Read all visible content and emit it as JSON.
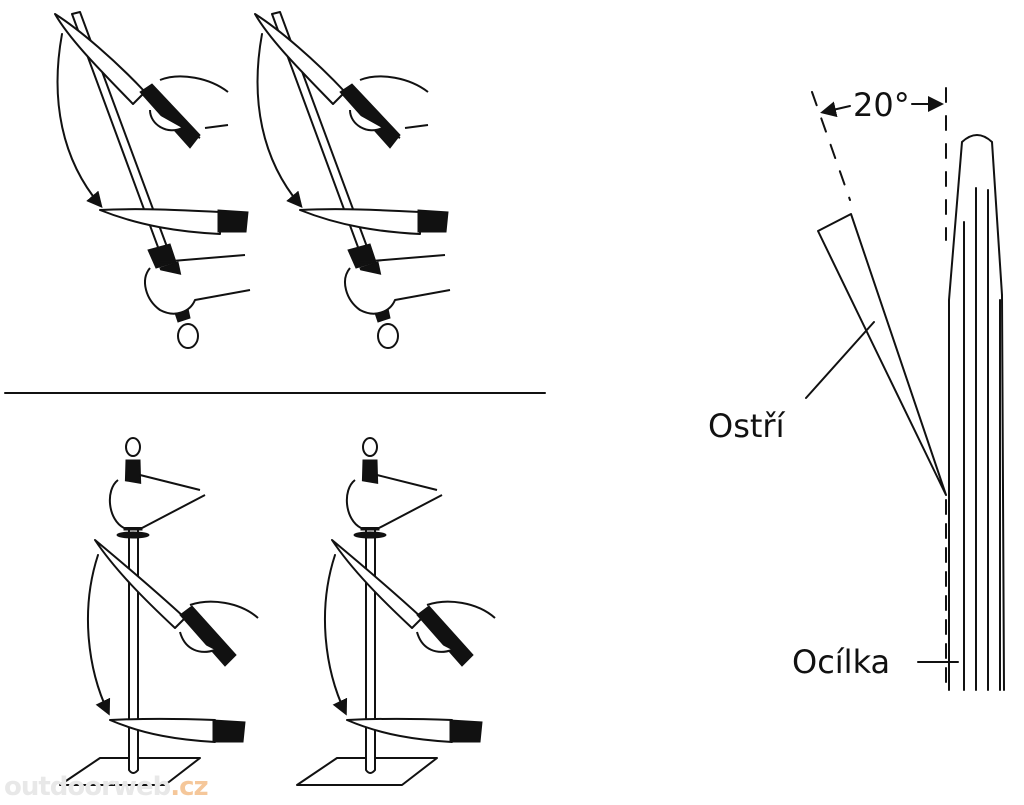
{
  "labels": {
    "angle": "20°",
    "blade": "Ostří",
    "steel": "Ocílka"
  },
  "watermark": {
    "name": "outdoorweb",
    "tld": ".cz"
  },
  "colors": {
    "line": "#111111",
    "watermark_gray": "#e8e8e8",
    "watermark_orange": "#f5c79a"
  }
}
